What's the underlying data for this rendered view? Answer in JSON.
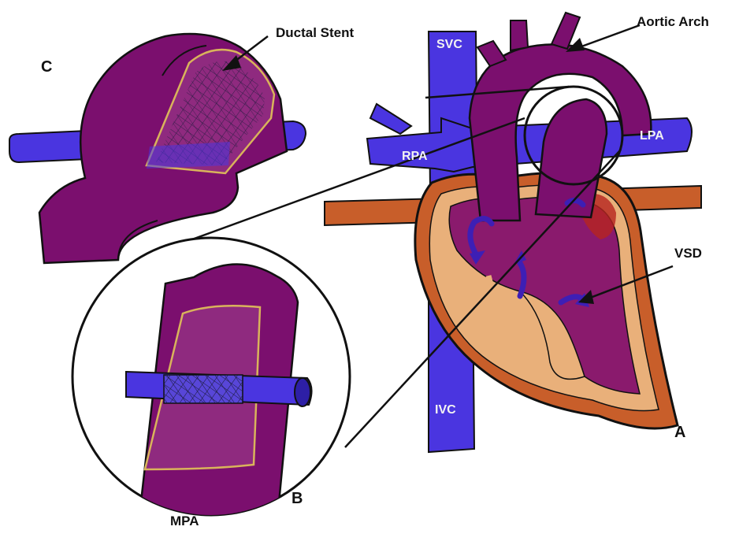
{
  "labels": {
    "panel_a": "A",
    "panel_b": "B",
    "panel_c": "C",
    "ductal_stent": "Ductal Stent",
    "aortic_arch": "Aortic Arch",
    "svc": "SVC",
    "ivc": "IVC",
    "rpa": "RPA",
    "lpa": "LPA",
    "vsd": "VSD",
    "mpa": "MPA"
  },
  "colors": {
    "vessel_purple": "#7b0f6e",
    "vessel_dark": "#5a0a52",
    "vein_blue": "#4a35e0",
    "heart_orange": "#c85e2a",
    "heart_peach": "#e9b07a",
    "chamber_purple": "#8a1a6d",
    "flow_arrow": "#3d1fb5",
    "stent_gold": "#d9b35b",
    "outline": "#111111"
  }
}
